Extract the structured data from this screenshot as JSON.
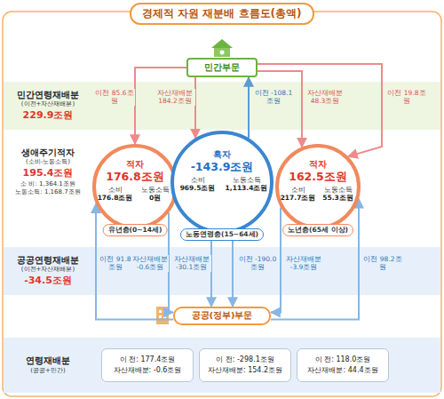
{
  "diagram": {
    "title": "경제적 자원 재분배 흐름도(총액)",
    "nodes": [
      {
        "text": [
          "민간부문"
        ]
      },
      {
        "text": [
          "민간연령재배분",
          "(이전+자산재배분)",
          "229.9조원"
        ]
      },
      {
        "text": [
          "적자",
          "176.8조원",
          "소비",
          "176.8조원",
          "노동소득",
          "0원",
          "유년층(0~14세)"
        ]
      },
      {
        "text": [
          "흑자",
          "-143.9조원",
          "소비",
          "969.5조원",
          "노동소득",
          "1,113.4조원",
          "노동연령층(15~64세)"
        ]
      },
      {
        "text": [
          "적자",
          "162.5조원",
          "소비",
          "217.7조원",
          "노동소득",
          "55.3조원",
          "노년층(65세 이상)"
        ]
      },
      {
        "text": [
          "공공연령재배분",
          "(이전+자산재배분)",
          "-34.5조원"
        ]
      },
      {
        "text": [
          "공공(정부)부문"
        ]
      },
      {
        "text": [
          "연령재배분",
          "(공공+민간)"
        ]
      },
      {
        "text": [
          "이 전: 177.4조원",
          "자산재배분: -0.6조원"
        ],
        "in": 7
      },
      {
        "text": [
          "이 전: -298.1조원",
          "자산재배분: 154.2조원"
        ],
        "in": 7
      },
      {
        "text": [
          "이 전: 118.0조원",
          "자산재배분: 44.4조원"
        ],
        "in": 7
      }
    ],
    "edges": [
      {
        "from": 0,
        "to": 2,
        "arrow": "to",
        "label": "이전 85.6조원"
      },
      {
        "from": 0,
        "to": 3,
        "arrow": "to",
        "label": "자산재배분 184.2조원"
      },
      {
        "from": 3,
        "to": 0,
        "arrow": "to",
        "label": "이전 -108.1조원"
      },
      {
        "from": 0,
        "to": 4,
        "arrow": "to",
        "label": "자산재배분 48.3조원"
      },
      {
        "from": 0,
        "to": 4,
        "arrow": "to",
        "label": "이전 19.8조원"
      },
      {
        "from": 6,
        "to": 2,
        "arrow": "to",
        "label": "이전 91.8조원"
      },
      {
        "from": 2,
        "to": 6,
        "arrow": "to",
        "label": "자산재배분 -0.6조원"
      },
      {
        "from": 3,
        "to": 6,
        "arrow": "to",
        "label": "자산재배분 -30.1조원"
      },
      {
        "from": 3,
        "to": 6,
        "arrow": "to",
        "label": "이전 -190.0조원"
      },
      {
        "from": 4,
        "to": 6,
        "arrow": "to",
        "label": "자산재배분 -3.9조원"
      },
      {
        "from": 6,
        "to": 4,
        "arrow": "to",
        "label": "이전 98.2조원"
      }
    ],
    "labels": [
      "생애주기적자",
      "(소비-노동소득)",
      "195.4조원",
      "소 비: 1,364.1조원",
      "노동소득: 1,168.7조원"
    ]
  }
}
